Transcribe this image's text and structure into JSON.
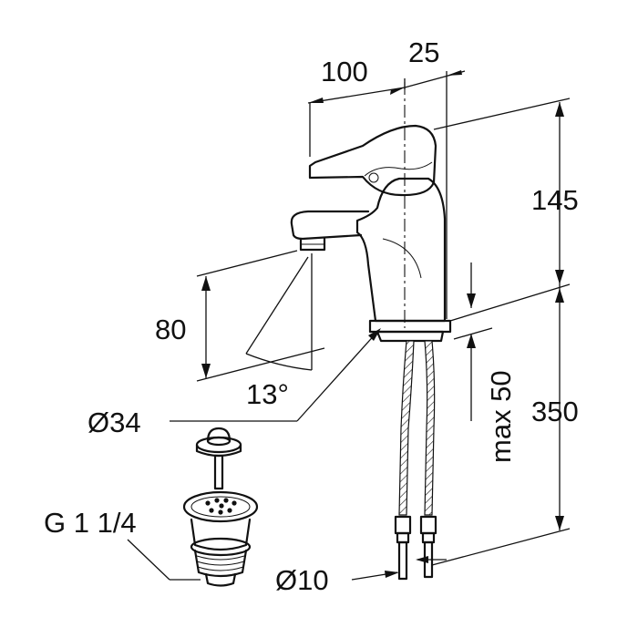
{
  "diagram": {
    "dimensions": {
      "spout_reach": "100",
      "offset": "25",
      "tap_height": "145",
      "spout_height": "80",
      "spout_angle": "13°",
      "base_diameter": "Ø34",
      "deck_thickness": "max 50",
      "hose_length": "350",
      "waste_thread": "G 1 1/4",
      "hose_diameter": "Ø10"
    }
  }
}
